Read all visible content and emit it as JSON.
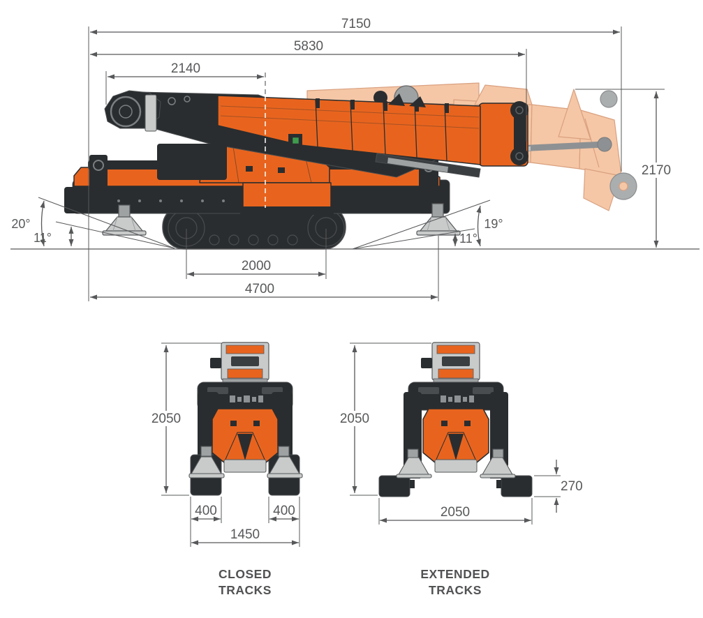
{
  "side": {
    "dims": {
      "total_length": "7150",
      "boom_length": "5830",
      "tail_to_center": "2140",
      "height": "2170",
      "wheelbase": "2000",
      "overall_length": "4700"
    },
    "angles": {
      "left_outer": "20°",
      "left_inner": "11°",
      "right_outer": "19°",
      "right_inner": "11°"
    }
  },
  "closed": {
    "dims": {
      "height": "2050",
      "track_left": "400",
      "track_right": "400",
      "overall_width": "1450"
    },
    "caption": [
      "CLOSED",
      "TRACKS"
    ]
  },
  "extended": {
    "dims": {
      "height": "2050",
      "track_span": "2050",
      "track_height": "270"
    },
    "caption": [
      "EXTENDED",
      "TRACKS"
    ]
  },
  "colors": {
    "orange": "#E8641E",
    "ghost_orange": "#F5C7A6",
    "dark": "#2A2D2F",
    "dimension_gray": "#57585A",
    "pad_gray": "#C9CBCB",
    "accent_green": "#3F9B4E"
  }
}
